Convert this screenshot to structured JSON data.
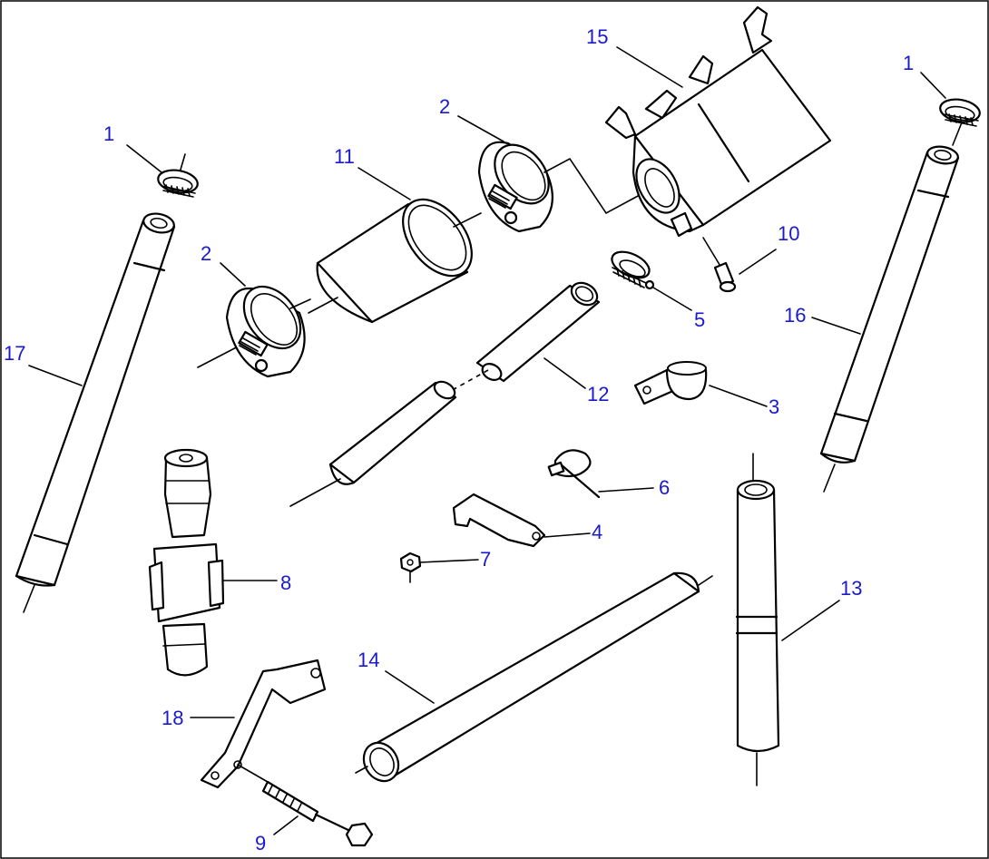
{
  "diagram": {
    "label_color": "#1a1acd",
    "line_color": "#000000",
    "callouts": [
      {
        "id": "1a",
        "text": "1"
      },
      {
        "id": "1b",
        "text": "1"
      },
      {
        "id": "2a",
        "text": "2"
      },
      {
        "id": "2b",
        "text": "2"
      },
      {
        "id": "3",
        "text": "3"
      },
      {
        "id": "4",
        "text": "4"
      },
      {
        "id": "5",
        "text": "5"
      },
      {
        "id": "6",
        "text": "6"
      },
      {
        "id": "7",
        "text": "7"
      },
      {
        "id": "8",
        "text": "8"
      },
      {
        "id": "9",
        "text": "9"
      },
      {
        "id": "10",
        "text": "10"
      },
      {
        "id": "11",
        "text": "11"
      },
      {
        "id": "12",
        "text": "12"
      },
      {
        "id": "13",
        "text": "13"
      },
      {
        "id": "14",
        "text": "14"
      },
      {
        "id": "15",
        "text": "15"
      },
      {
        "id": "16",
        "text": "16"
      },
      {
        "id": "17",
        "text": "17"
      },
      {
        "id": "18",
        "text": "18"
      }
    ]
  }
}
